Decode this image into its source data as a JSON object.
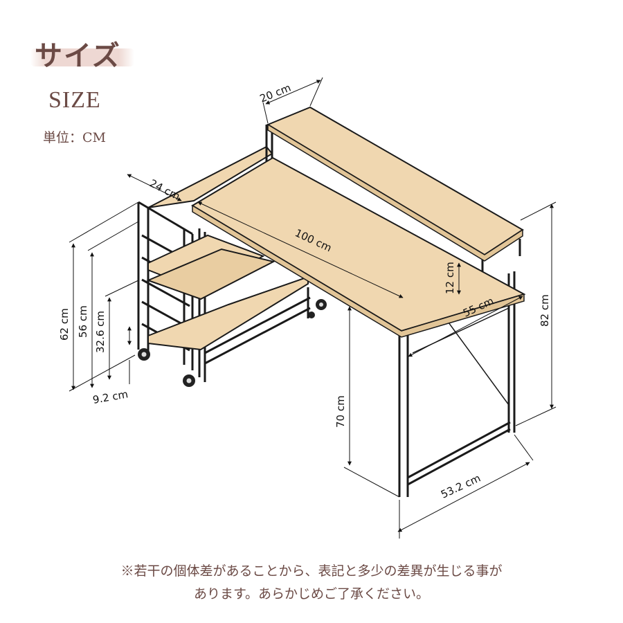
{
  "header": {
    "title_ja": "サイズ",
    "title_en": "SIZE",
    "unit": "単位：CM"
  },
  "dimensions": {
    "shelf_depth_top": "20 cm",
    "rack_depth": "24 cm",
    "desk_width": "100 cm",
    "shelf_height": "12 cm",
    "desk_depth": "55 cm",
    "total_height": "82 cm",
    "desk_height": "70 cm",
    "base_width": "53.2 cm",
    "rack_total_height": "62 cm",
    "rack_mid_height": "56 cm",
    "rack_low_height": "32.6 cm",
    "rack_bottom_height": "9.2 cm"
  },
  "note": {
    "line1": "※若干の個体差があることから、表記と多少の差異が生じる事が",
    "line2": "あります。あらかじめご了承ください。"
  },
  "colors": {
    "wood": "#f0d7b0",
    "wood_edge": "#e2c597",
    "frame": "#1a1a1a",
    "text_brown": "#6b4a45",
    "brush": "#ecd4ce"
  }
}
